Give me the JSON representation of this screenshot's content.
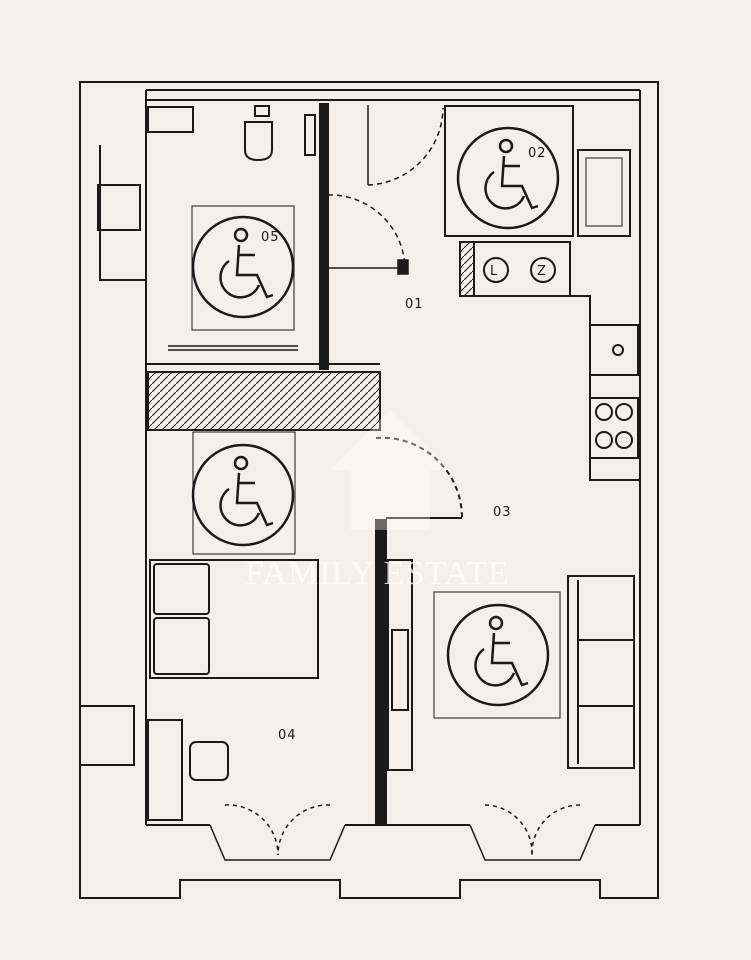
{
  "plan": {
    "rooms": [
      {
        "id": "01",
        "label": "01"
      },
      {
        "id": "02",
        "label": "02"
      },
      {
        "id": "03",
        "label": "03"
      },
      {
        "id": "04",
        "label": "04"
      },
      {
        "id": "05",
        "label": "05"
      }
    ],
    "appliance_labels": {
      "washer": "L",
      "dryer": "Z"
    },
    "watermark": "FAMILY ESTATE",
    "icons": [
      "wheelchair-accessibility-icon",
      "toilet-icon",
      "sink-icon",
      "stove-icon",
      "bed-icon",
      "chair-icon",
      "sofa-icon",
      "door-icon",
      "window-icon",
      "house-logo-icon"
    ],
    "colors": {
      "background": "#f3efeb",
      "line": "#1a1a1a",
      "watermark": "#ffffff"
    }
  }
}
